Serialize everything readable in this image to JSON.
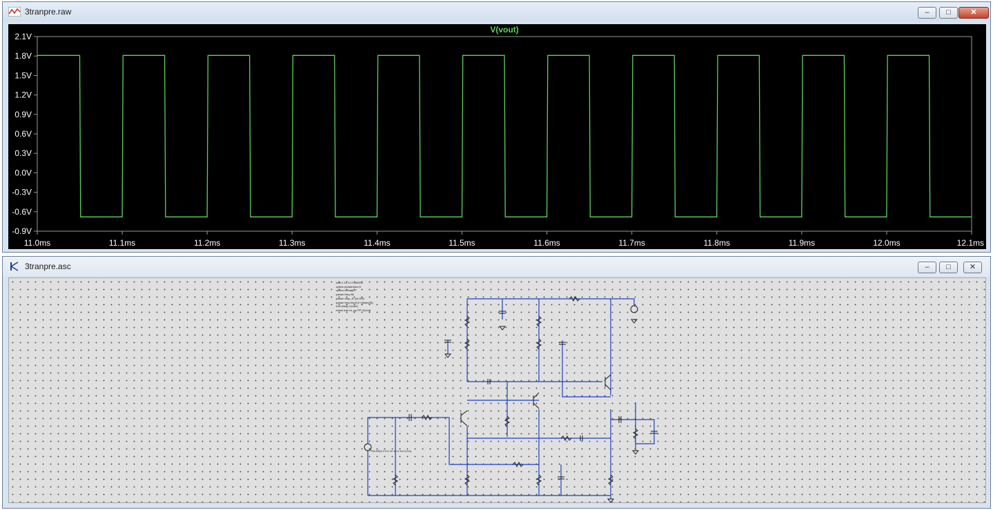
{
  "waveform_window": {
    "title": "3tranpre.raw",
    "controls": {
      "minimize": "–",
      "maximize": "□",
      "close": "✕"
    }
  },
  "schematic_window": {
    "title": "3tranpre.asc",
    "controls": {
      "minimize": "–",
      "maximize": "□",
      "close": "✕"
    },
    "directives": [
      ".tran 0 12 11 0.000001",
      ".option plotwinsize=0",
      ".option numdgt=7",
      ".param freq=5k",
      ".param amp_R_pk=500",
      ".param freq=freq*{1+({time}/5)}",
      ".four {freq} V(vout)",
      ".meas tran vo_pp PP V(vout)"
    ],
    "source_label": "PULSE(0 2.5 0 1n 1n 0.1m 0.2m)"
  },
  "chart_data": {
    "type": "line",
    "title": "V(vout)",
    "xlabel": "",
    "ylabel": "",
    "x_ticks": [
      "11.0ms",
      "11.1ms",
      "11.2ms",
      "11.3ms",
      "11.4ms",
      "11.5ms",
      "11.6ms",
      "11.7ms",
      "11.8ms",
      "11.9ms",
      "12.0ms",
      "12.1ms"
    ],
    "y_ticks": [
      "2.1V",
      "1.8V",
      "1.5V",
      "1.2V",
      "0.9V",
      "0.6V",
      "0.3V",
      "0.0V",
      "-0.3V",
      "-0.6V",
      "-0.9V"
    ],
    "xlim": [
      11.0,
      12.1
    ],
    "ylim": [
      -0.9,
      2.1
    ],
    "grid": false,
    "series": [
      {
        "name": "V(vout)",
        "color": "#5fd35f",
        "high": 1.81,
        "low": -0.68,
        "edges_ms": [
          11.05,
          11.1,
          11.15,
          11.2,
          11.25,
          11.3,
          11.35,
          11.4,
          11.45,
          11.5,
          11.55,
          11.6,
          11.65,
          11.7,
          11.75,
          11.8,
          11.85,
          11.9,
          11.95,
          12.0,
          12.05
        ],
        "start_level": "high"
      }
    ],
    "colors": {
      "background": "#000000",
      "axis": "#9a9a9a",
      "labels": "#ffffff"
    }
  },
  "colors": {
    "wire": "#1f3fbf",
    "component": "#1a1a1a"
  }
}
